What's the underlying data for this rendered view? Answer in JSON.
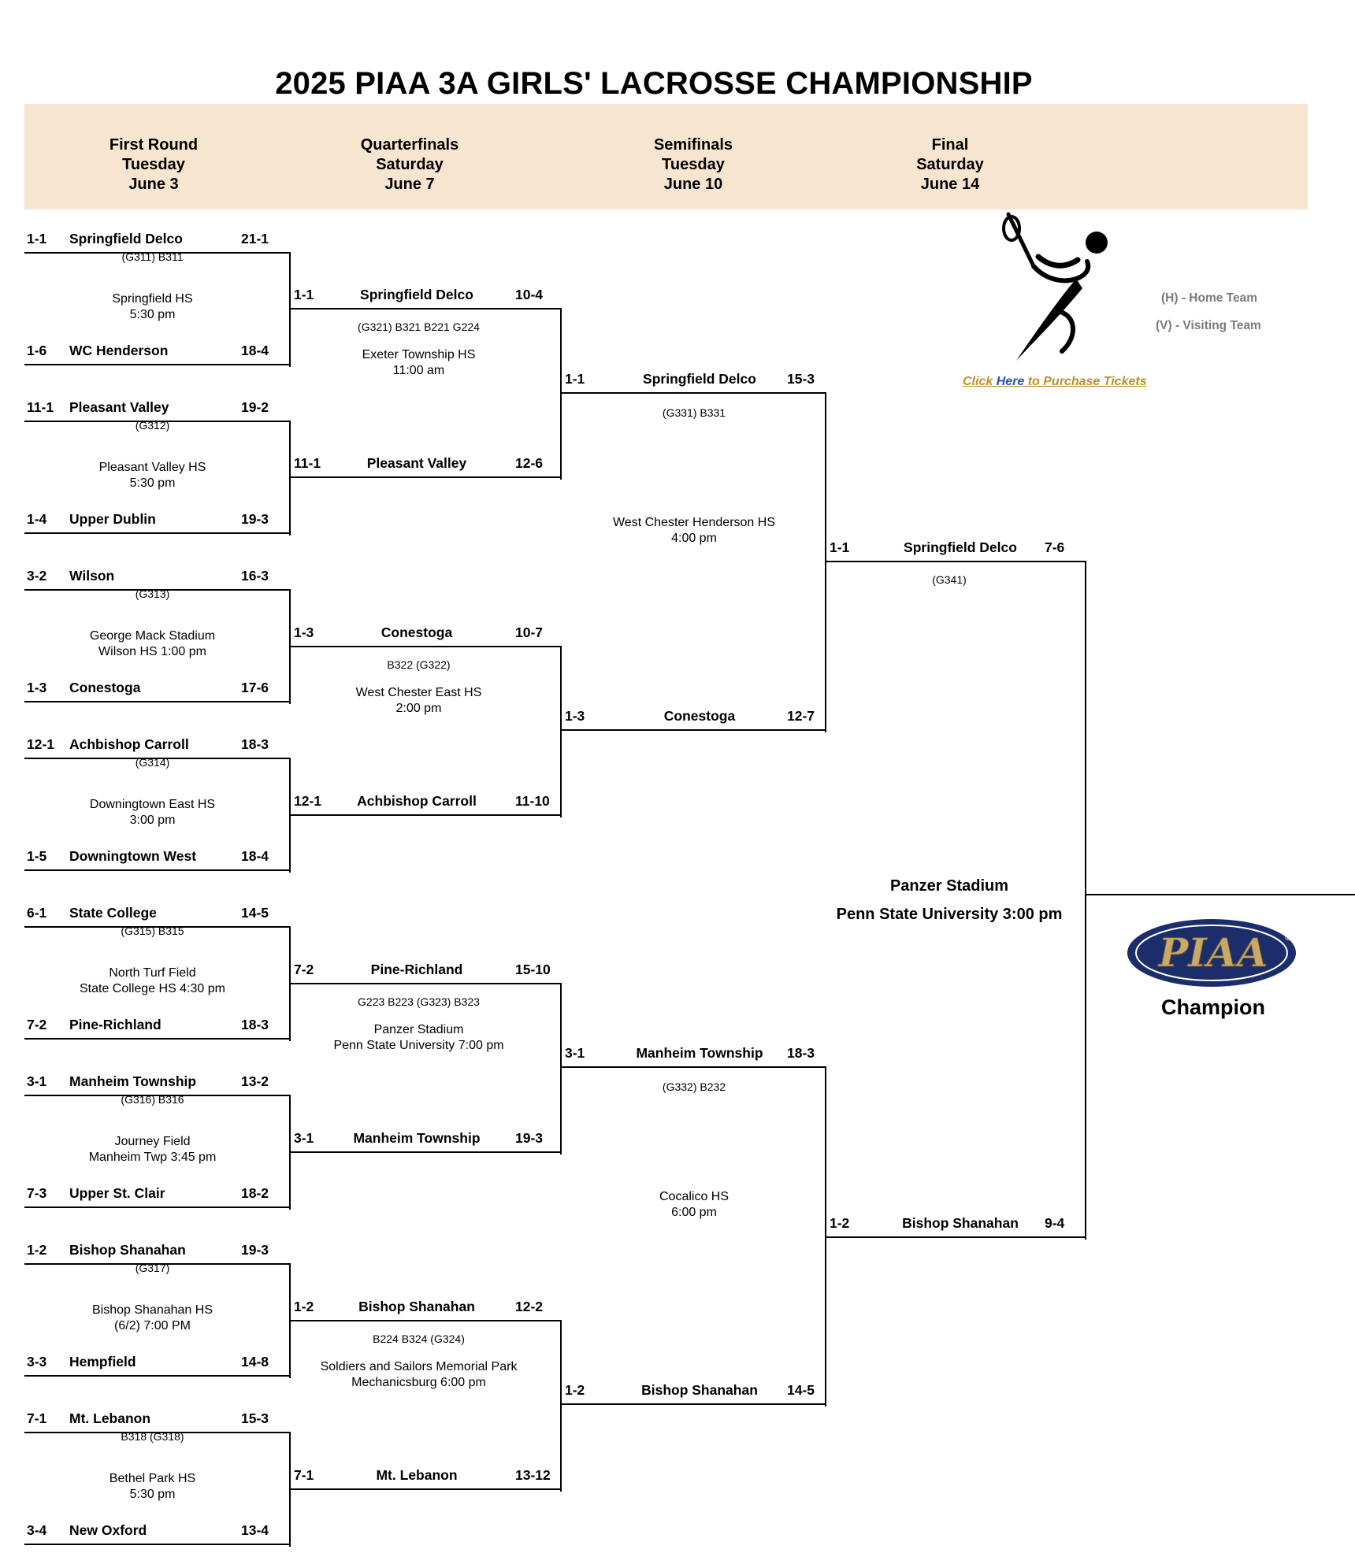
{
  "title": "2025 PIAA 3A GIRLS' LACROSSE CHAMPIONSHIP",
  "rounds": [
    {
      "name": "First Round",
      "day": "Tuesday",
      "date": "June 3"
    },
    {
      "name": "Quarterfinals",
      "day": "Saturday",
      "date": "June 7"
    },
    {
      "name": "Semifinals",
      "day": "Tuesday",
      "date": "June 10"
    },
    {
      "name": "Final",
      "day": "Saturday",
      "date": "June 14"
    }
  ],
  "first_round": [
    {
      "top": {
        "seed": "1-1",
        "team": "Springfield Delco",
        "record": "21-1"
      },
      "game": "(G311) B311",
      "venue": [
        "Springfield HS",
        "5:30 pm"
      ],
      "bottom": {
        "seed": "1-6",
        "team": "WC Henderson",
        "record": "18-4"
      }
    },
    {
      "top": {
        "seed": "11-1",
        "team": "Pleasant Valley",
        "record": "19-2"
      },
      "game": "(G312)",
      "venue": [
        "Pleasant Valley HS",
        "5:30 pm"
      ],
      "bottom": {
        "seed": "1-4",
        "team": "Upper Dublin",
        "record": "19-3"
      }
    },
    {
      "top": {
        "seed": "3-2",
        "team": "Wilson",
        "record": "16-3"
      },
      "game": "(G313)",
      "venue": [
        "George Mack Stadium",
        "Wilson HS 1:00 pm"
      ],
      "bottom": {
        "seed": "1-3",
        "team": "Conestoga",
        "record": "17-6"
      }
    },
    {
      "top": {
        "seed": "12-1",
        "team": "Achbishop Carroll",
        "record": "18-3"
      },
      "game": "(G314)",
      "venue": [
        "Downingtown East HS",
        "3:00 pm"
      ],
      "bottom": {
        "seed": "1-5",
        "team": "Downingtown West",
        "record": "18-4"
      }
    },
    {
      "top": {
        "seed": "6-1",
        "team": "State College",
        "record": "14-5"
      },
      "game": "(G315) B315",
      "venue": [
        "North Turf Field",
        "State College HS 4:30 pm"
      ],
      "bottom": {
        "seed": "7-2",
        "team": "Pine-Richland",
        "record": "18-3"
      }
    },
    {
      "top": {
        "seed": "3-1",
        "team": "Manheim Township",
        "record": "13-2"
      },
      "game": "(G316) B316",
      "venue": [
        "Journey Field",
        "Manheim Twp 3:45 pm"
      ],
      "bottom": {
        "seed": "7-3",
        "team": "Upper St. Clair",
        "record": "18-2"
      }
    },
    {
      "top": {
        "seed": "1-2",
        "team": "Bishop Shanahan",
        "record": "19-3"
      },
      "game": "(G317)",
      "venue": [
        "Bishop Shanahan HS",
        "(6/2) 7:00 PM"
      ],
      "bottom": {
        "seed": "3-3",
        "team": "Hempfield",
        "record": "14-8"
      }
    },
    {
      "top": {
        "seed": "7-1",
        "team": "Mt. Lebanon",
        "record": "15-3"
      },
      "game": "B318 (G318)",
      "venue": [
        "Bethel Park HS",
        "5:30 pm"
      ],
      "bottom": {
        "seed": "3-4",
        "team": "New Oxford",
        "record": "13-4"
      }
    }
  ],
  "quarterfinals": [
    {
      "top": {
        "seed": "1-1",
        "team": "Springfield Delco",
        "record": "10-4"
      },
      "game": "(G321) B321 B221 G224",
      "venue": [
        "Exeter Township HS",
        "11:00 am"
      ],
      "bottom": {
        "seed": "11-1",
        "team": "Pleasant Valley",
        "record": "12-6"
      }
    },
    {
      "top": {
        "seed": "1-3",
        "team": "Conestoga",
        "record": "10-7"
      },
      "game": "B322 (G322)",
      "venue": [
        "West Chester East HS",
        "2:00 pm"
      ],
      "bottom": {
        "seed": "12-1",
        "team": "Achbishop Carroll",
        "record": "11-10"
      }
    },
    {
      "top": {
        "seed": "7-2",
        "team": "Pine-Richland",
        "record": "15-10"
      },
      "game": "G223 B223 (G323) B323",
      "venue": [
        "Panzer Stadium",
        "Penn State University 7:00 pm"
      ],
      "bottom": {
        "seed": "3-1",
        "team": "Manheim Township",
        "record": "19-3"
      }
    },
    {
      "top": {
        "seed": "1-2",
        "team": "Bishop Shanahan",
        "record": "12-2"
      },
      "game": "B224 B324 (G324)",
      "venue": [
        "Soldiers and Sailors Memorial Park",
        "Mechanicsburg 6:00 pm"
      ],
      "bottom": {
        "seed": "7-1",
        "team": "Mt. Lebanon",
        "record": "13-12"
      }
    }
  ],
  "semifinals": [
    {
      "top": {
        "seed": "1-1",
        "team": "Springfield Delco",
        "record": "15-3"
      },
      "game": "(G331) B331",
      "venue": [
        "West Chester Henderson HS",
        "4:00 pm"
      ],
      "bottom": {
        "seed": "1-3",
        "team": "Conestoga",
        "record": "12-7"
      }
    },
    {
      "top": {
        "seed": "3-1",
        "team": "Manheim Township",
        "record": "18-3"
      },
      "game": "(G332) B232",
      "venue": [
        "Cocalico HS",
        "6:00 pm"
      ],
      "bottom": {
        "seed": "1-2",
        "team": "Bishop Shanahan",
        "record": "14-5"
      }
    }
  ],
  "final": {
    "top": {
      "seed": "1-1",
      "team": "Springfield Delco",
      "record": "7-6"
    },
    "game": "(G341)",
    "venue_line1": "Panzer Stadium",
    "venue_line2": "Penn State University 3:00 pm",
    "bottom": {
      "seed": "1-2",
      "team": "Bishop Shanahan",
      "record": "9-4"
    }
  },
  "legend": {
    "home": "(H) - Home Team",
    "visiting": "(V) - Visiting Team"
  },
  "tickets": {
    "prefix": "Click ",
    "here": "Here",
    "suffix": " to Purchase Tickets"
  },
  "logo": {
    "text": "PIAA",
    "mark": "®",
    "colors": {
      "navy": "#1c2d6b",
      "gold": "#c8a96a"
    }
  },
  "champion_label": "Champion",
  "icons": {
    "player": "lacrosse-player-icon"
  },
  "colors": {
    "header_band": "#f8e5cf",
    "legend_text": "#7a7a7a",
    "ticket_link": "#b8912a",
    "ticket_here": "#2a4fc4"
  }
}
